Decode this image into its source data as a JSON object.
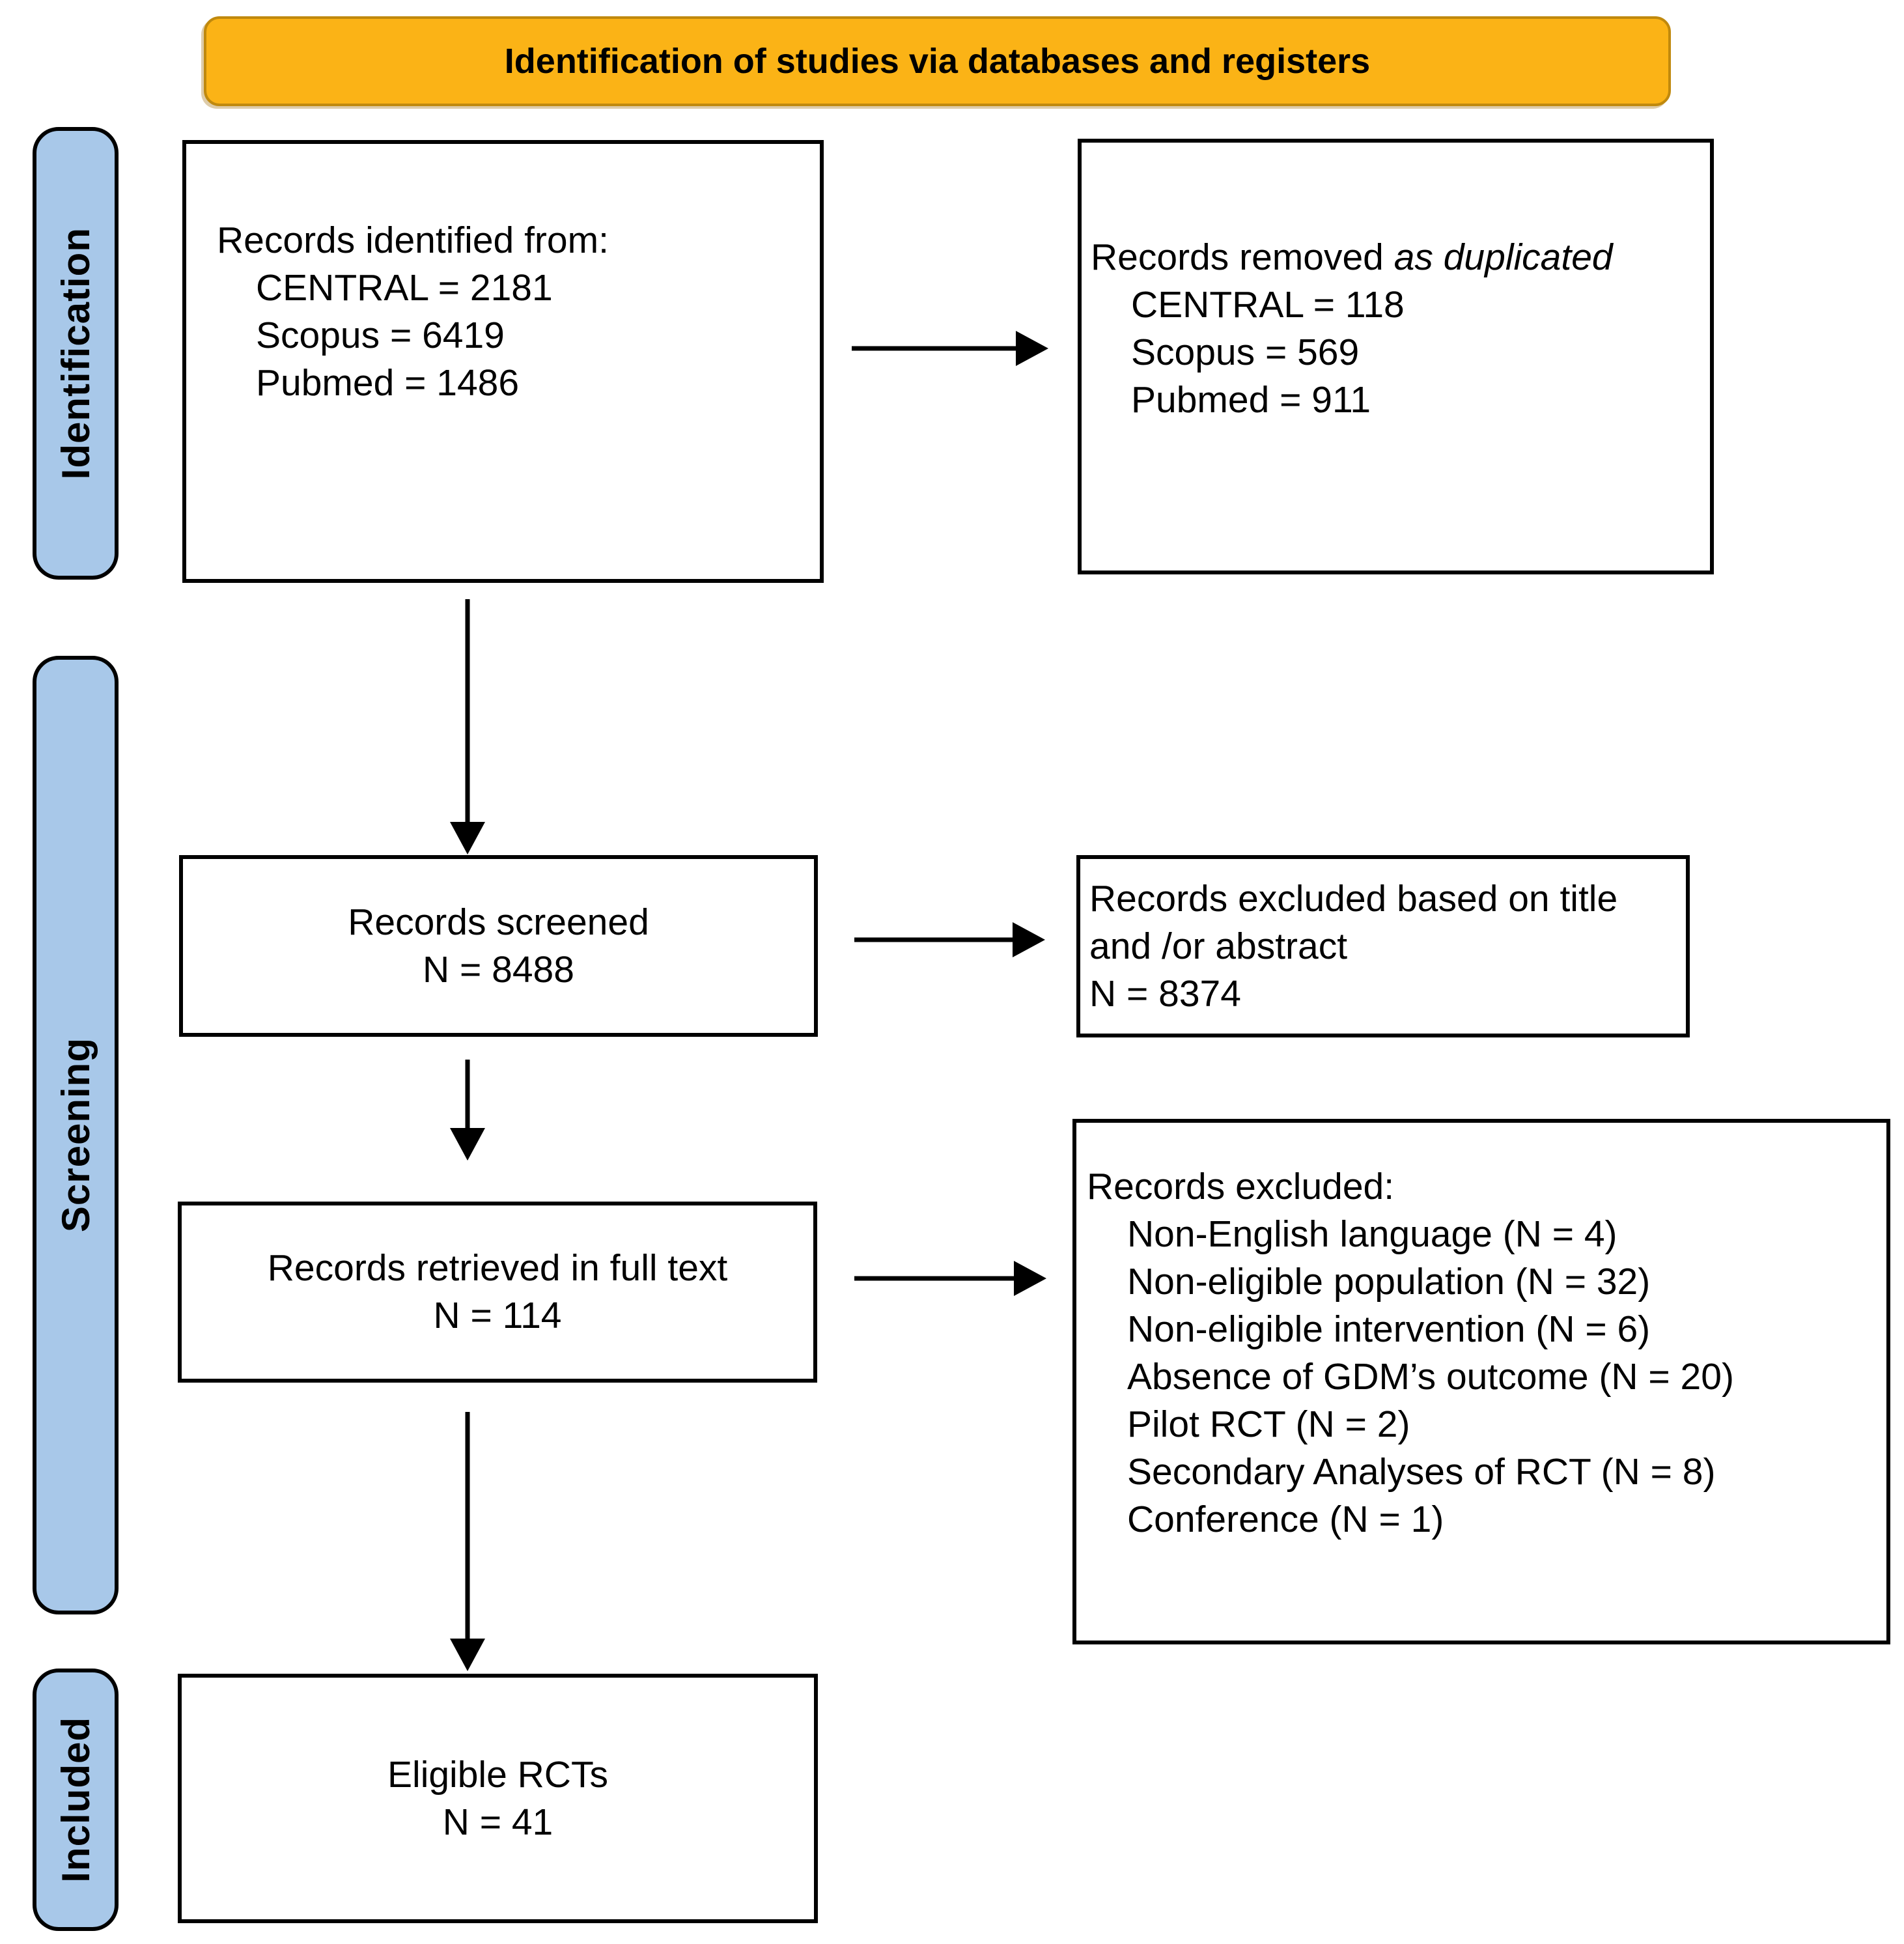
{
  "banner": {
    "label": "Identification of studies via databases and registers"
  },
  "stages": [
    {
      "label": "Identification"
    },
    {
      "label": "Screening"
    },
    {
      "label": "Included"
    }
  ],
  "boxes": {
    "identified": {
      "title": "Records identified from:",
      "items": [
        "CENTRAL = 2181",
        "Scopus = 6419",
        "Pubmed = 1486"
      ]
    },
    "removed": {
      "title_prefix": "Records removed ",
      "title_italic": "as duplicated",
      "items": [
        "CENTRAL = 118",
        "Scopus = 569",
        "Pubmed = 911"
      ]
    },
    "screened": {
      "line1": "Records screened",
      "line2": "N = 8488"
    },
    "excluded_title_abstract": {
      "lines": [
        "Records excluded based on title",
        "and /or abstract",
        "N = 8374"
      ]
    },
    "retrieved": {
      "line1": "Records retrieved in full text",
      "line2": "N = 114"
    },
    "excluded_fulltext": {
      "title": "Records excluded:",
      "items": [
        "Non-English language (N = 4)",
        "Non-eligible population (N = 32)",
        "Non-eligible intervention (N = 6)",
        "Absence of GDM’s outcome (N = 20)",
        "Pilot RCT (N = 2)",
        "Secondary Analyses of RCT (N = 8)",
        "Conference (N = 1)"
      ]
    },
    "eligible": {
      "line1": "Eligible RCTs",
      "line2": "N = 41"
    }
  },
  "colors": {
    "banner_fill": "#FBB316",
    "banner_border": "#C0890D",
    "stage_fill": "#A8C8E9",
    "box_border": "#000000",
    "arrow": "#000000"
  }
}
